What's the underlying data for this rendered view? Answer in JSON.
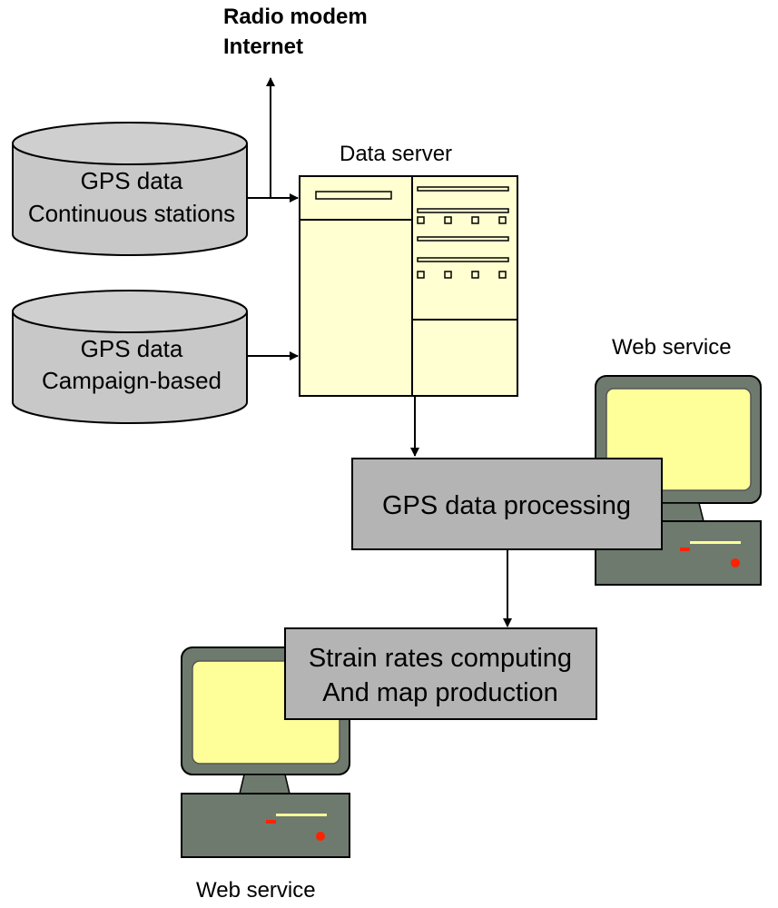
{
  "top_label": {
    "line1": "Radio modem",
    "line2": "Internet"
  },
  "data_server": {
    "label": "Data server"
  },
  "cylinders": [
    {
      "line1": "GPS data",
      "line2": "Continuous stations"
    },
    {
      "line1": "GPS data",
      "line2": "Campaign-based"
    }
  ],
  "processing_box": {
    "label": "GPS data processing"
  },
  "strain_box": {
    "line1": "Strain rates computing",
    "line2": "And map production"
  },
  "web_service_right": {
    "label": "Web service"
  },
  "web_service_bottom": {
    "label": "Web service"
  },
  "colors": {
    "cylinder_fill": "#c8c8c8",
    "box_fill": "#b4b4b4",
    "server_fill": "#ffffd2",
    "monitor_screen": "#ffff99",
    "monitor_body": "#6e7a6e",
    "led_red": "#ff2200"
  }
}
